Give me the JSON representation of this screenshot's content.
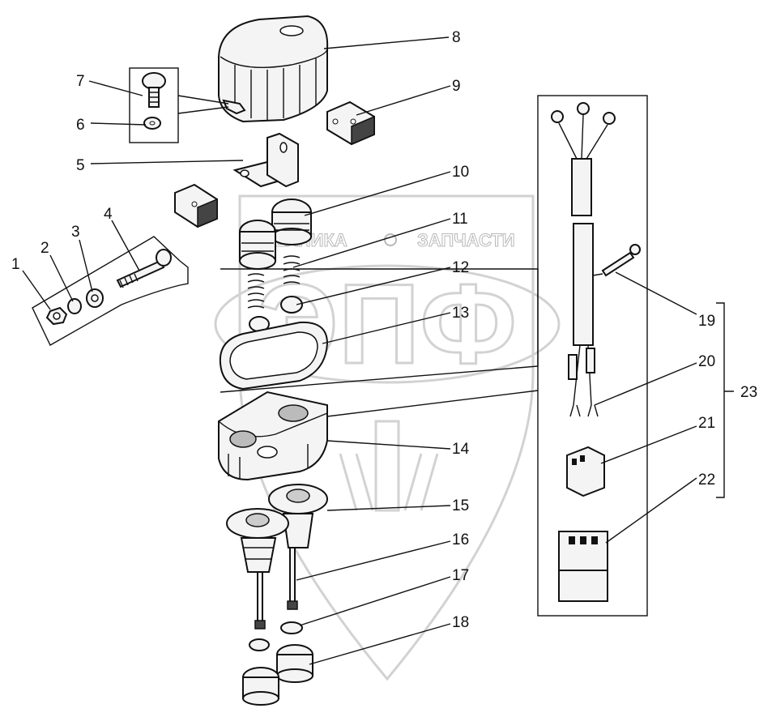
{
  "watermark": {
    "left_text": "ТЕХНИКА",
    "right_text": "ЗАПЧАСТИ",
    "logo_letters": "ЭПФ"
  },
  "callouts": [
    "1",
    "2",
    "3",
    "4",
    "5",
    "6",
    "7",
    "8",
    "9",
    "10",
    "11",
    "12",
    "13",
    "14",
    "15",
    "16",
    "17",
    "18",
    "19",
    "20",
    "21",
    "22",
    "23"
  ],
  "colors": {
    "ink": "#111111",
    "watermark": "#d2d2d2"
  }
}
